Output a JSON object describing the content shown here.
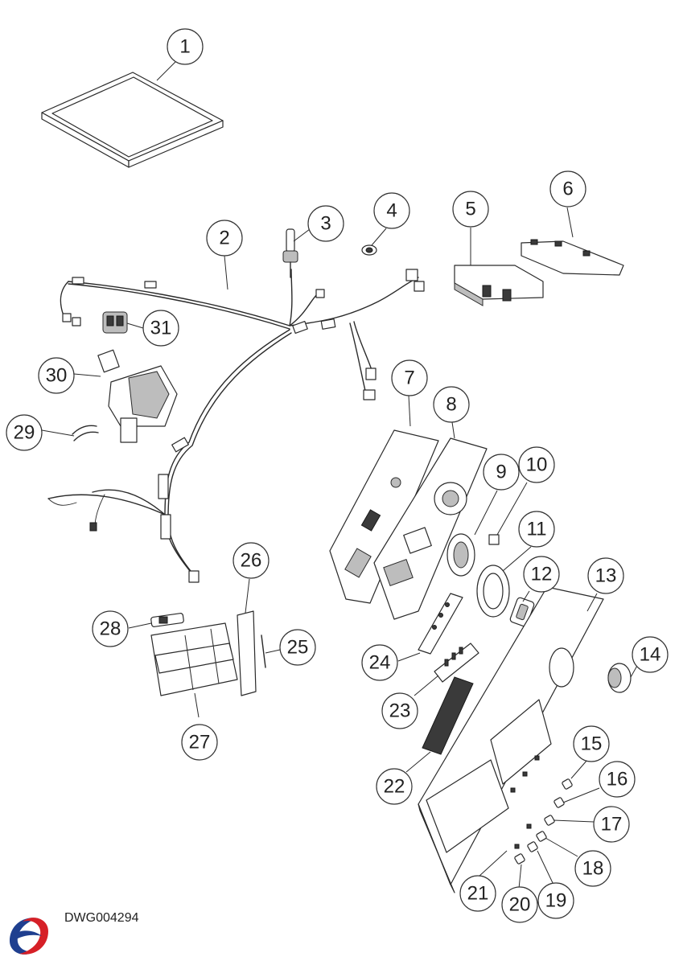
{
  "drawing_id": "DWG004294",
  "logo": {
    "icon": "swirl-logo-icon",
    "colors": [
      "#1f3f8f",
      "#d62027"
    ]
  },
  "callouts": [
    "1",
    "2",
    "3",
    "4",
    "5",
    "6",
    "7",
    "8",
    "9",
    "10",
    "11",
    "12",
    "13",
    "14",
    "15",
    "16",
    "17",
    "18",
    "19",
    "20",
    "21",
    "22",
    "23",
    "24",
    "25",
    "26",
    "27",
    "28",
    "29",
    "30",
    "31"
  ]
}
